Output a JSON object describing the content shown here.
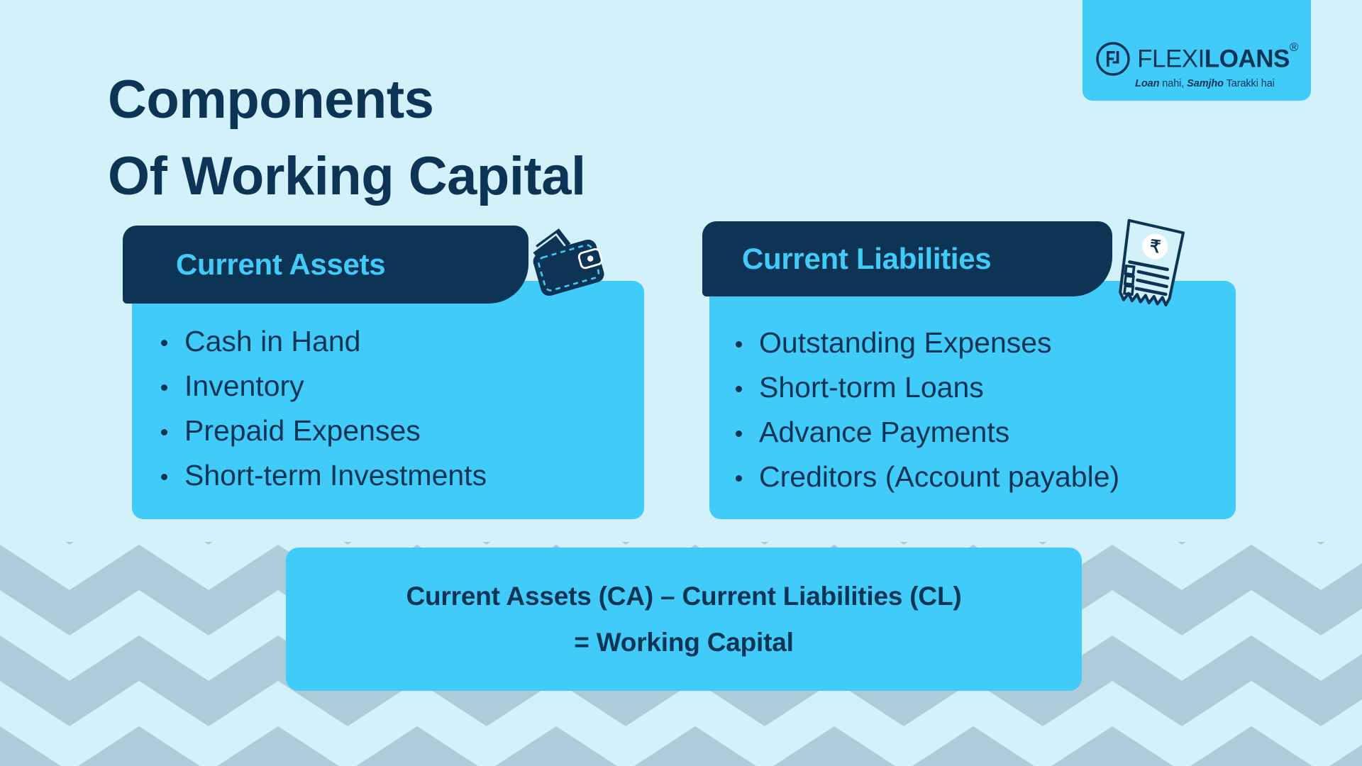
{
  "colors": {
    "background": "#d2f1fb",
    "accent_blue": "#41cbf8",
    "dark_navy": "#0d3355",
    "chevron_grey": "#abccd8"
  },
  "brand": {
    "name_part1": "FLEXI",
    "name_part2": "LOANS",
    "registered_mark": "®",
    "tagline_bold1": "Loan",
    "tagline_plain1": " nahi, ",
    "tagline_bold2": "Samjho",
    "tagline_plain2": " Tarakki hai",
    "logo_mark_letters": "FI"
  },
  "title": {
    "line1": "Components",
    "line2": "Of Working Capital"
  },
  "cards": [
    {
      "id": "current-assets",
      "header": "Current Assets",
      "icon": "wallet-icon",
      "items": [
        "Cash in Hand",
        "Inventory",
        "Prepaid Expenses",
        "Short-term Investments"
      ]
    },
    {
      "id": "current-liabilities",
      "header": "Current Liabilities",
      "icon": "receipt-icon",
      "items": [
        "Outstanding Expenses",
        "Short-torm Loans",
        "Advance Payments",
        "Creditors (Account payable)"
      ]
    }
  ],
  "formula": {
    "line1": "Current Assets (CA) – Current Liabilities (CL)",
    "line2": "= Working Capital"
  },
  "receipt_icon": {
    "currency_symbol": "₹"
  }
}
